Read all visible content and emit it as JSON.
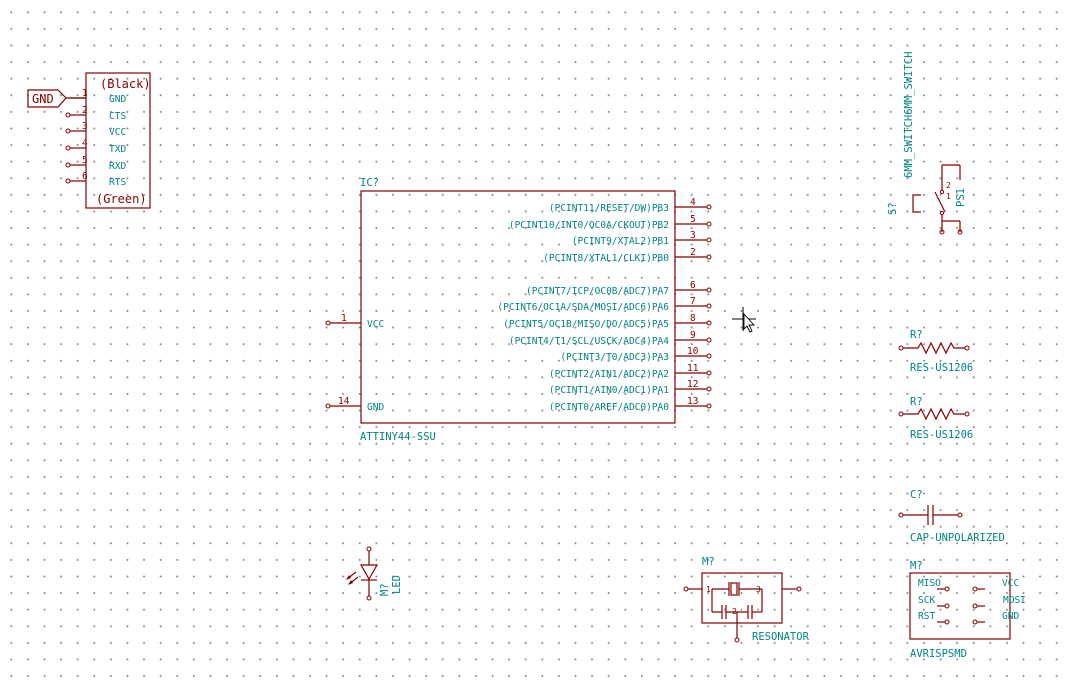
{
  "colors": {
    "body": "#840000",
    "text": "#008484",
    "pin_number": "#840000",
    "grid": "#8a8a8a",
    "background": "#ffffff"
  },
  "ftdi": {
    "global_label": "GND",
    "top_label": "(Black)",
    "bottom_label": "(Green)",
    "pins": [
      {
        "num": "1",
        "name": "GND"
      },
      {
        "num": "2",
        "name": "CTS"
      },
      {
        "num": "3",
        "name": "VCC"
      },
      {
        "num": "4",
        "name": "TXD"
      },
      {
        "num": "5",
        "name": "RXD"
      },
      {
        "num": "6",
        "name": "RTS"
      }
    ]
  },
  "ic": {
    "ref": "IC?",
    "value": "ATTINY44-SSU",
    "left_pins": [
      {
        "num": "1",
        "name": "VCC"
      },
      {
        "num": "14",
        "name": "GND"
      }
    ],
    "right_pins": [
      {
        "num": "4",
        "name": "(PCINT11/RESET/DW)PB3"
      },
      {
        "num": "5",
        "name": "(PCINT10/INT0/OC0A/CKOUT)PB2"
      },
      {
        "num": "3",
        "name": "(PCINT9/XTAL2)PB1"
      },
      {
        "num": "2",
        "name": "(PCINT8/XTAL1/CLKI)PB0"
      },
      {
        "num": "6",
        "name": "(PCINT7/ICP/OC0B/ADC7)PA7"
      },
      {
        "num": "7",
        "name": "(PCINT6/OC1A/SDA/MOSI/ADC6)PA6"
      },
      {
        "num": "8",
        "name": "(PCINT5/OC1B/MISO/DO/ADC5)PA5"
      },
      {
        "num": "9",
        "name": "(PCINT4/T1/SCL/USCK/ADC4)PA4"
      },
      {
        "num": "10",
        "name": "(PCINT3/T0/ADC3)PA3"
      },
      {
        "num": "11",
        "name": "(PCINT2/AIN1/ADC2)PA2"
      },
      {
        "num": "12",
        "name": "(PCINT1/AIN0/ADC1)PA1"
      },
      {
        "num": "13",
        "name": "(PCINT0/AREF/ADC0)PA0"
      }
    ]
  },
  "switch": {
    "ref": "S?",
    "value": "6MM_SWITCH6MM_SWITCH",
    "label": "PS1",
    "pins": [
      "1",
      "2"
    ]
  },
  "resistor1": {
    "ref": "R?",
    "value": "RES-US1206"
  },
  "resistor2": {
    "ref": "R?",
    "value": "RES-US1206"
  },
  "capacitor": {
    "ref": "C?",
    "value": "CAP-UNPOLARIZED"
  },
  "led": {
    "ref": "M?",
    "value": "LED"
  },
  "resonator": {
    "ref": "M?",
    "value": "RESONATOR",
    "pins": [
      "1",
      "2",
      "3"
    ]
  },
  "avrisp": {
    "ref": "M?",
    "value": "AVRISPSMD",
    "left_labels": [
      "MISO",
      "SCK",
      "RST"
    ],
    "right_labels": [
      "VCC",
      "MOSI",
      "GND"
    ]
  }
}
